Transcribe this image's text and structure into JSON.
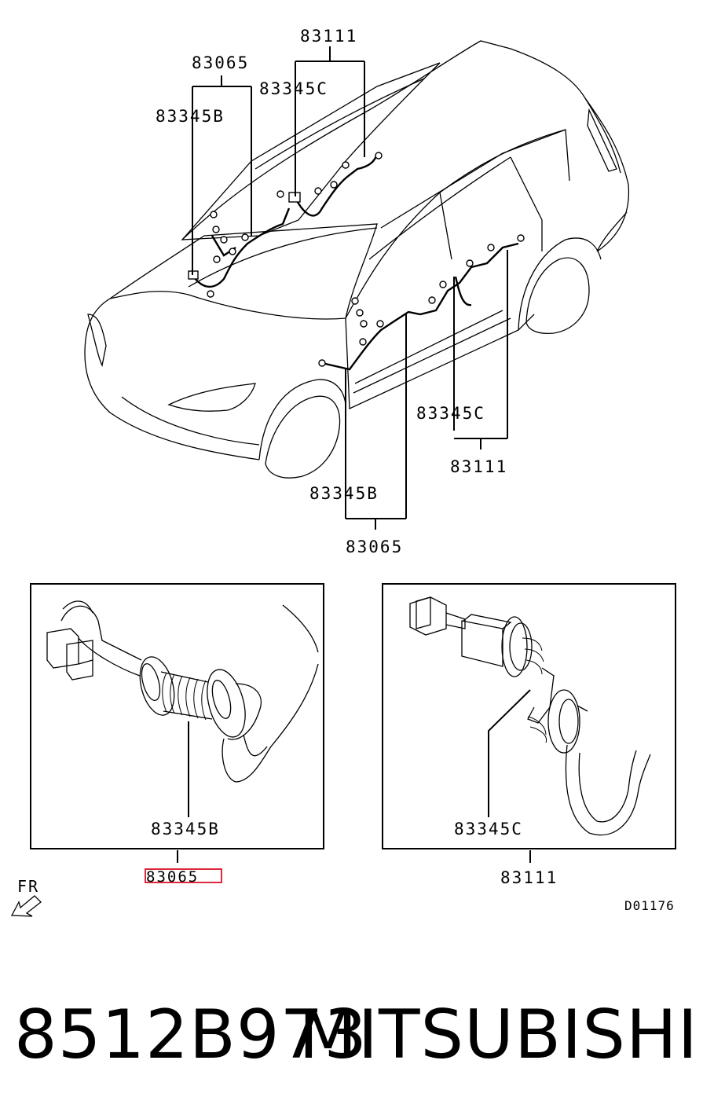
{
  "diagram": {
    "top_labels": {
      "harness_83111_upper": "83111",
      "harness_83065_upper": "83065",
      "grommet_83345C_upper": "83345C",
      "grommet_83345B_upper": "83345B",
      "grommet_83345C_lower": "83345C",
      "harness_83111_lower": "83111",
      "grommet_83345B_lower": "83345B",
      "harness_83065_lower": "83065"
    },
    "detail_left": {
      "part_label": "83345B",
      "group_label": "83065",
      "group_highlighted": true
    },
    "detail_right": {
      "part_label": "83345C",
      "group_label": "83111"
    },
    "front_marker": "FR",
    "drawing_code": "D01176"
  },
  "banner": {
    "part_number": "8512B973",
    "brand": "MITSUBISHI"
  },
  "colors": {
    "highlight_box": "#e0283c",
    "line": "#000000",
    "background": "#ffffff"
  }
}
